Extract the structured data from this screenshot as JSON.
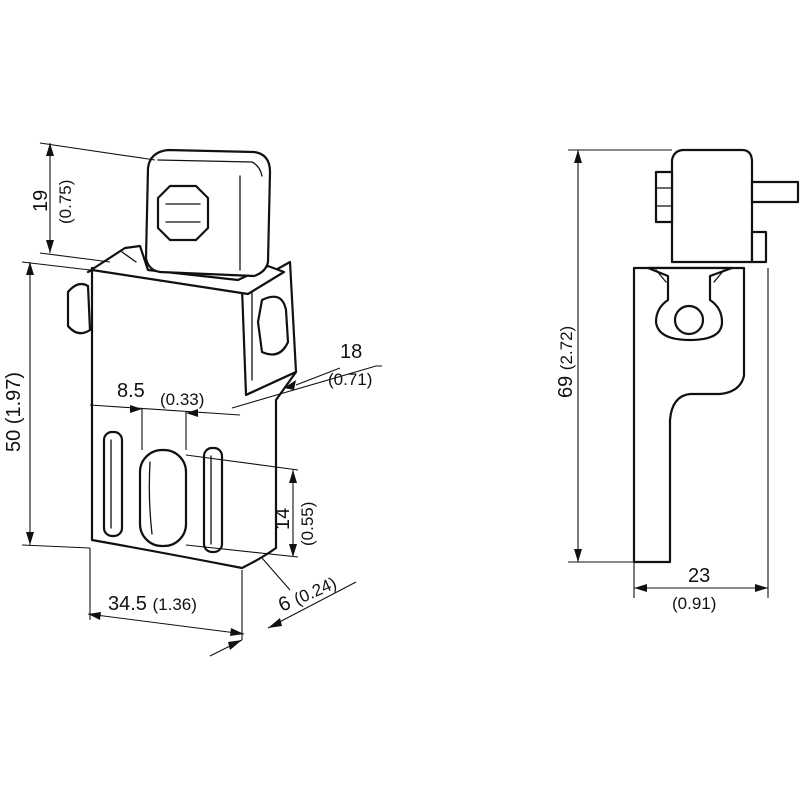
{
  "dimensions": {
    "top_height": {
      "value": "19",
      "inch": "(0.75)"
    },
    "overall_height": {
      "value": "50",
      "inch": "(1.97)"
    },
    "depth": {
      "value": "18",
      "inch": "(0.71)"
    },
    "slot_spacing": {
      "value": "8.5",
      "inch": "(0.33)"
    },
    "slot_length": {
      "value": "14",
      "inch": "(0.55)"
    },
    "width": {
      "value": "34.5",
      "inch": "(1.36)"
    },
    "thickness": {
      "value": "6",
      "inch": "(0.24)"
    },
    "side_height": {
      "value": "69",
      "inch": "(2.72)"
    },
    "side_width": {
      "value": "23",
      "inch": "(0.91)"
    }
  },
  "colors": {
    "line": "#111111",
    "background": "#ffffff"
  }
}
